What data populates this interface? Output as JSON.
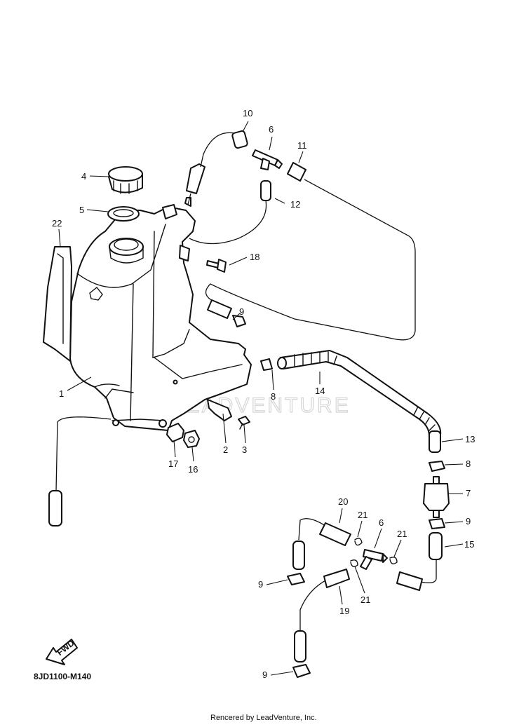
{
  "diagram_code": "8JD1100-M140",
  "credit": "Rencered by LeadVenture, Inc.",
  "watermark": "LEADVENTURE",
  "fwd_label": "FWD",
  "callouts": [
    {
      "id": "c10",
      "label": "10"
    },
    {
      "id": "c6a",
      "label": "6"
    },
    {
      "id": "c11",
      "label": "11"
    },
    {
      "id": "c4",
      "label": "4"
    },
    {
      "id": "c12",
      "label": "12"
    },
    {
      "id": "c5",
      "label": "5"
    },
    {
      "id": "c22",
      "label": "22"
    },
    {
      "id": "c18",
      "label": "18"
    },
    {
      "id": "c9a",
      "label": "9"
    },
    {
      "id": "c1",
      "label": "1"
    },
    {
      "id": "c8a",
      "label": "8"
    },
    {
      "id": "c14",
      "label": "14"
    },
    {
      "id": "c2",
      "label": "2"
    },
    {
      "id": "c3",
      "label": "3"
    },
    {
      "id": "c17",
      "label": "17"
    },
    {
      "id": "c16",
      "label": "16"
    },
    {
      "id": "c13",
      "label": "13"
    },
    {
      "id": "c8b",
      "label": "8"
    },
    {
      "id": "c7",
      "label": "7"
    },
    {
      "id": "c20",
      "label": "20"
    },
    {
      "id": "c21a",
      "label": "21"
    },
    {
      "id": "c6b",
      "label": "6"
    },
    {
      "id": "c21b",
      "label": "21"
    },
    {
      "id": "c9b",
      "label": "9"
    },
    {
      "id": "c15",
      "label": "15"
    },
    {
      "id": "c9c",
      "label": "9"
    },
    {
      "id": "c21c",
      "label": "21"
    },
    {
      "id": "c19",
      "label": "19"
    },
    {
      "id": "c9d",
      "label": "9"
    }
  ]
}
